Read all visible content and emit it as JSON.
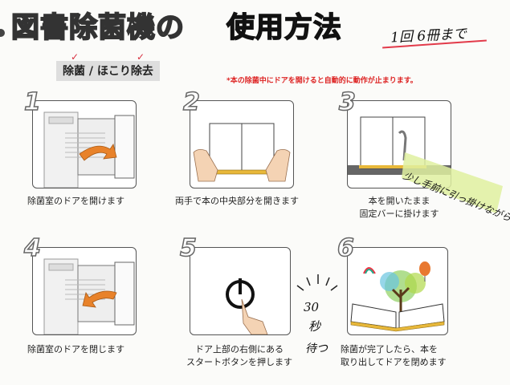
{
  "header": {
    "title_part1": "図書除菌機の",
    "title_part2": "使用方法",
    "handwritten_limit": "1回 6冊まで",
    "subtitle": "除菌 / ほこり除去",
    "warning": "*本の除菌中にドアを開けると自動的に動作が止まります。"
  },
  "steps": [
    {
      "number": "1",
      "caption_line1": "除菌室のドアを開けます",
      "caption_line2": ""
    },
    {
      "number": "2",
      "caption_line1": "両手で本の中央部分を開きます",
      "caption_line2": ""
    },
    {
      "number": "3",
      "caption_line1": "本を開いたまま",
      "caption_line2": "固定バーに掛けます"
    },
    {
      "number": "4",
      "caption_line1": "除菌室のドアを閉じます",
      "caption_line2": ""
    },
    {
      "number": "5",
      "caption_line1": "ドア上部の右側にある",
      "caption_line2": "スタートボタンを押します"
    },
    {
      "number": "6",
      "caption_line1": "除菌が完了したら、本を",
      "caption_line2": "取り出してドアを閉めます"
    }
  ],
  "handwritten": {
    "step3_note": "少し手前に引っ掛けながら",
    "step5_note_line1": "30",
    "step5_note_line2": "秒",
    "step5_note_line3": "待つ"
  },
  "colors": {
    "accent_red": "#e23a4a",
    "warning_red": "#d22222",
    "arrow_orange": "#e8822a",
    "book_yellow": "#e8b83a",
    "highlight_green": "#dff0a0"
  }
}
